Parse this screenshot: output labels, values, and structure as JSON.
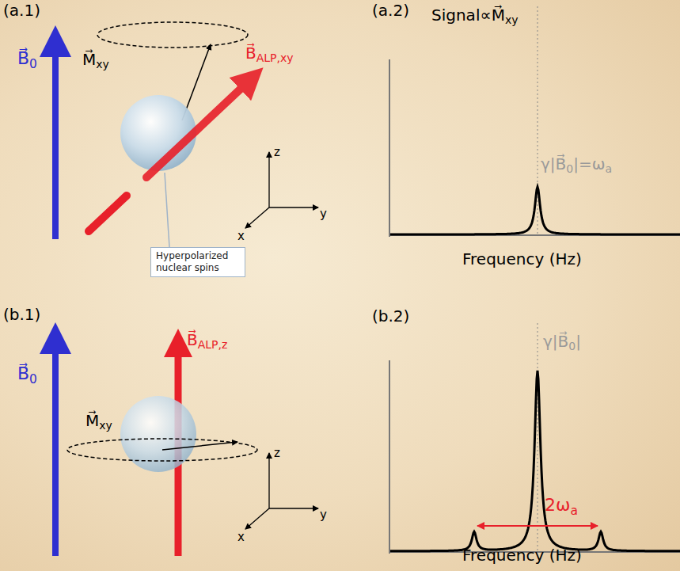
{
  "diagram": {
    "nodes": [
      {
        "text": [
          "Hyperpolarized nuclear spins"
        ]
      }
    ],
    "labels": [
      "(a.1)",
      "B⃗0",
      "M⃗xy",
      "B⃗ALP,xy",
      "z",
      "y",
      "x",
      "(a.2)",
      "Signal∝M⃗xy",
      "γ|B⃗0|=ωa",
      "Frequency (Hz)",
      "(b.1)",
      "B⃗0",
      "M⃗xy",
      "B⃗ALP,z",
      "z",
      "y",
      "x",
      "(b.2)",
      "γ|B⃗0|",
      "2ωa",
      "Frequency (Hz)"
    ]
  }
}
